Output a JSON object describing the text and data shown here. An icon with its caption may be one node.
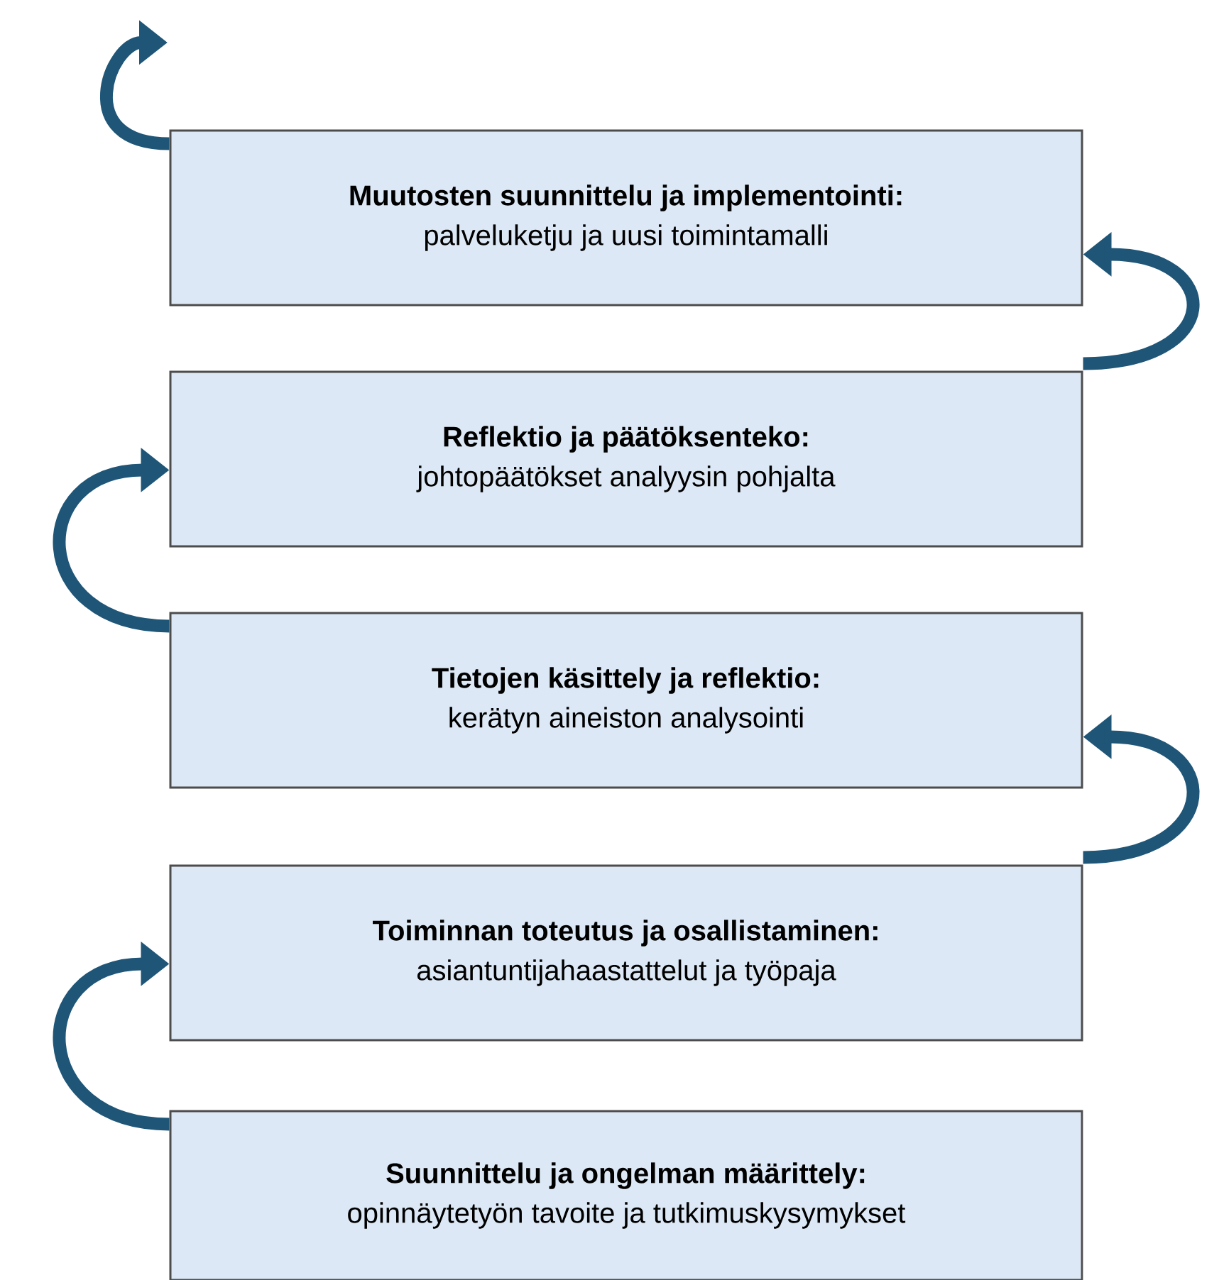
{
  "diagram": {
    "nodes": [
      {
        "text": [
          "Muutosten suunnittelu ja implementointi:",
          "palveluketju ja uusi toimintamalli"
        ]
      },
      {
        "text": [
          "Reflektio ja päätöksenteko:",
          "johtopäätökset analyysin pohjalta"
        ]
      },
      {
        "text": [
          "Tietojen käsittely ja reflektio:",
          "kerätyn aineiston analysointi"
        ]
      },
      {
        "text": [
          "Toiminnan toteutus ja osallistaminen:",
          "asiantuntijahaastattelut ja työpaja"
        ]
      },
      {
        "text": [
          "Suunnittelu ja ongelman määrittely:",
          "opinnäytetyön tavoite ja tutkimuskysymykset"
        ]
      }
    ],
    "edges": [
      {
        "from": 4,
        "to": 3,
        "arrow": "to"
      },
      {
        "from": 3,
        "to": 2,
        "arrow": "to"
      },
      {
        "from": 2,
        "to": 1,
        "arrow": "to"
      },
      {
        "from": 1,
        "to": 0,
        "arrow": "to"
      },
      {
        "from": 0,
        "to": null,
        "arrow": "to"
      }
    ]
  }
}
